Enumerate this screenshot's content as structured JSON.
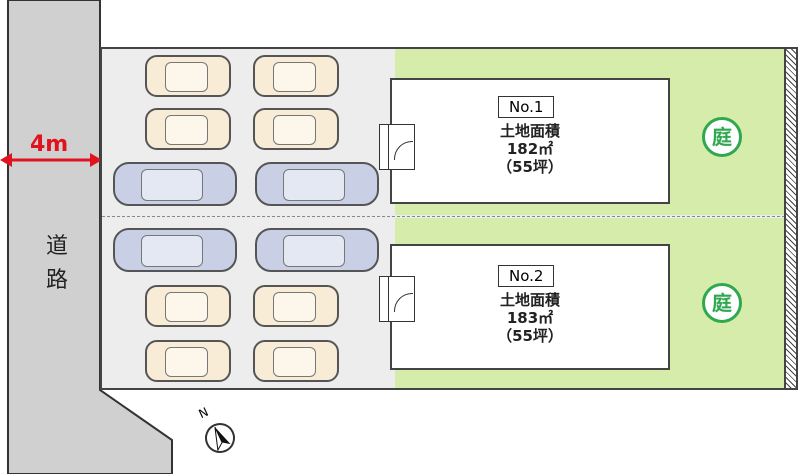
{
  "road": {
    "label_1": "道",
    "label_2": "路",
    "width_label": "4m"
  },
  "lots": [
    {
      "number": "No.1",
      "area_label": "土地面積",
      "area_m2": "182㎡",
      "area_tsubo": "（55坪）",
      "garden_label": "庭"
    },
    {
      "number": "No.2",
      "area_label": "土地面積",
      "area_m2": "183㎡",
      "area_tsubo": "（55坪）",
      "garden_label": "庭"
    }
  ],
  "compass": {
    "label": "N"
  },
  "colors": {
    "garden_green": "#d5ecaa",
    "road_gray": "#d0d0d0",
    "arrow_red": "#e0141e",
    "garden_icon": "#2fa84f"
  }
}
